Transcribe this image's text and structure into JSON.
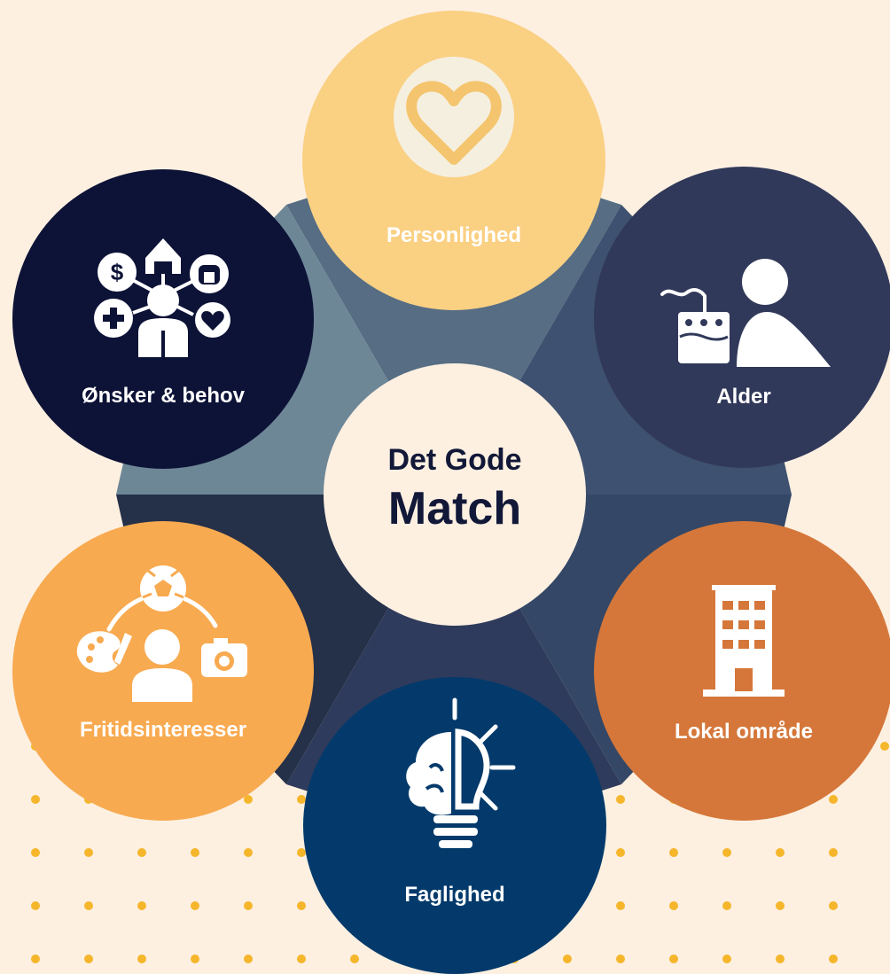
{
  "center": {
    "line1": "Det Gode",
    "line2": "Match"
  },
  "nodes": {
    "personlighed": {
      "label": "Personlighed",
      "icon": "heart-icon",
      "color": "#fad083",
      "label_color": "#ffffff"
    },
    "alder": {
      "label": "Alder",
      "icon": "birthday-cake-person-icon",
      "color": "#31395a"
    },
    "onsker": {
      "label": "Ønsker & behov",
      "icon": "person-needs-network-icon",
      "color": "#0d1337"
    },
    "fritid": {
      "label": "Fritidsinteresser",
      "icon": "hobbies-person-icon",
      "color": "#f8aa50"
    },
    "lokal": {
      "label": "Lokal område",
      "icon": "building-icon",
      "color": "#d5773a"
    },
    "faglighed": {
      "label": "Faglighed",
      "icon": "brain-lightbulb-icon",
      "color": "#033a6b"
    }
  },
  "colors": {
    "background": "#fdf0e1",
    "dots": "#f5b62b",
    "text_dark": "#121838"
  }
}
